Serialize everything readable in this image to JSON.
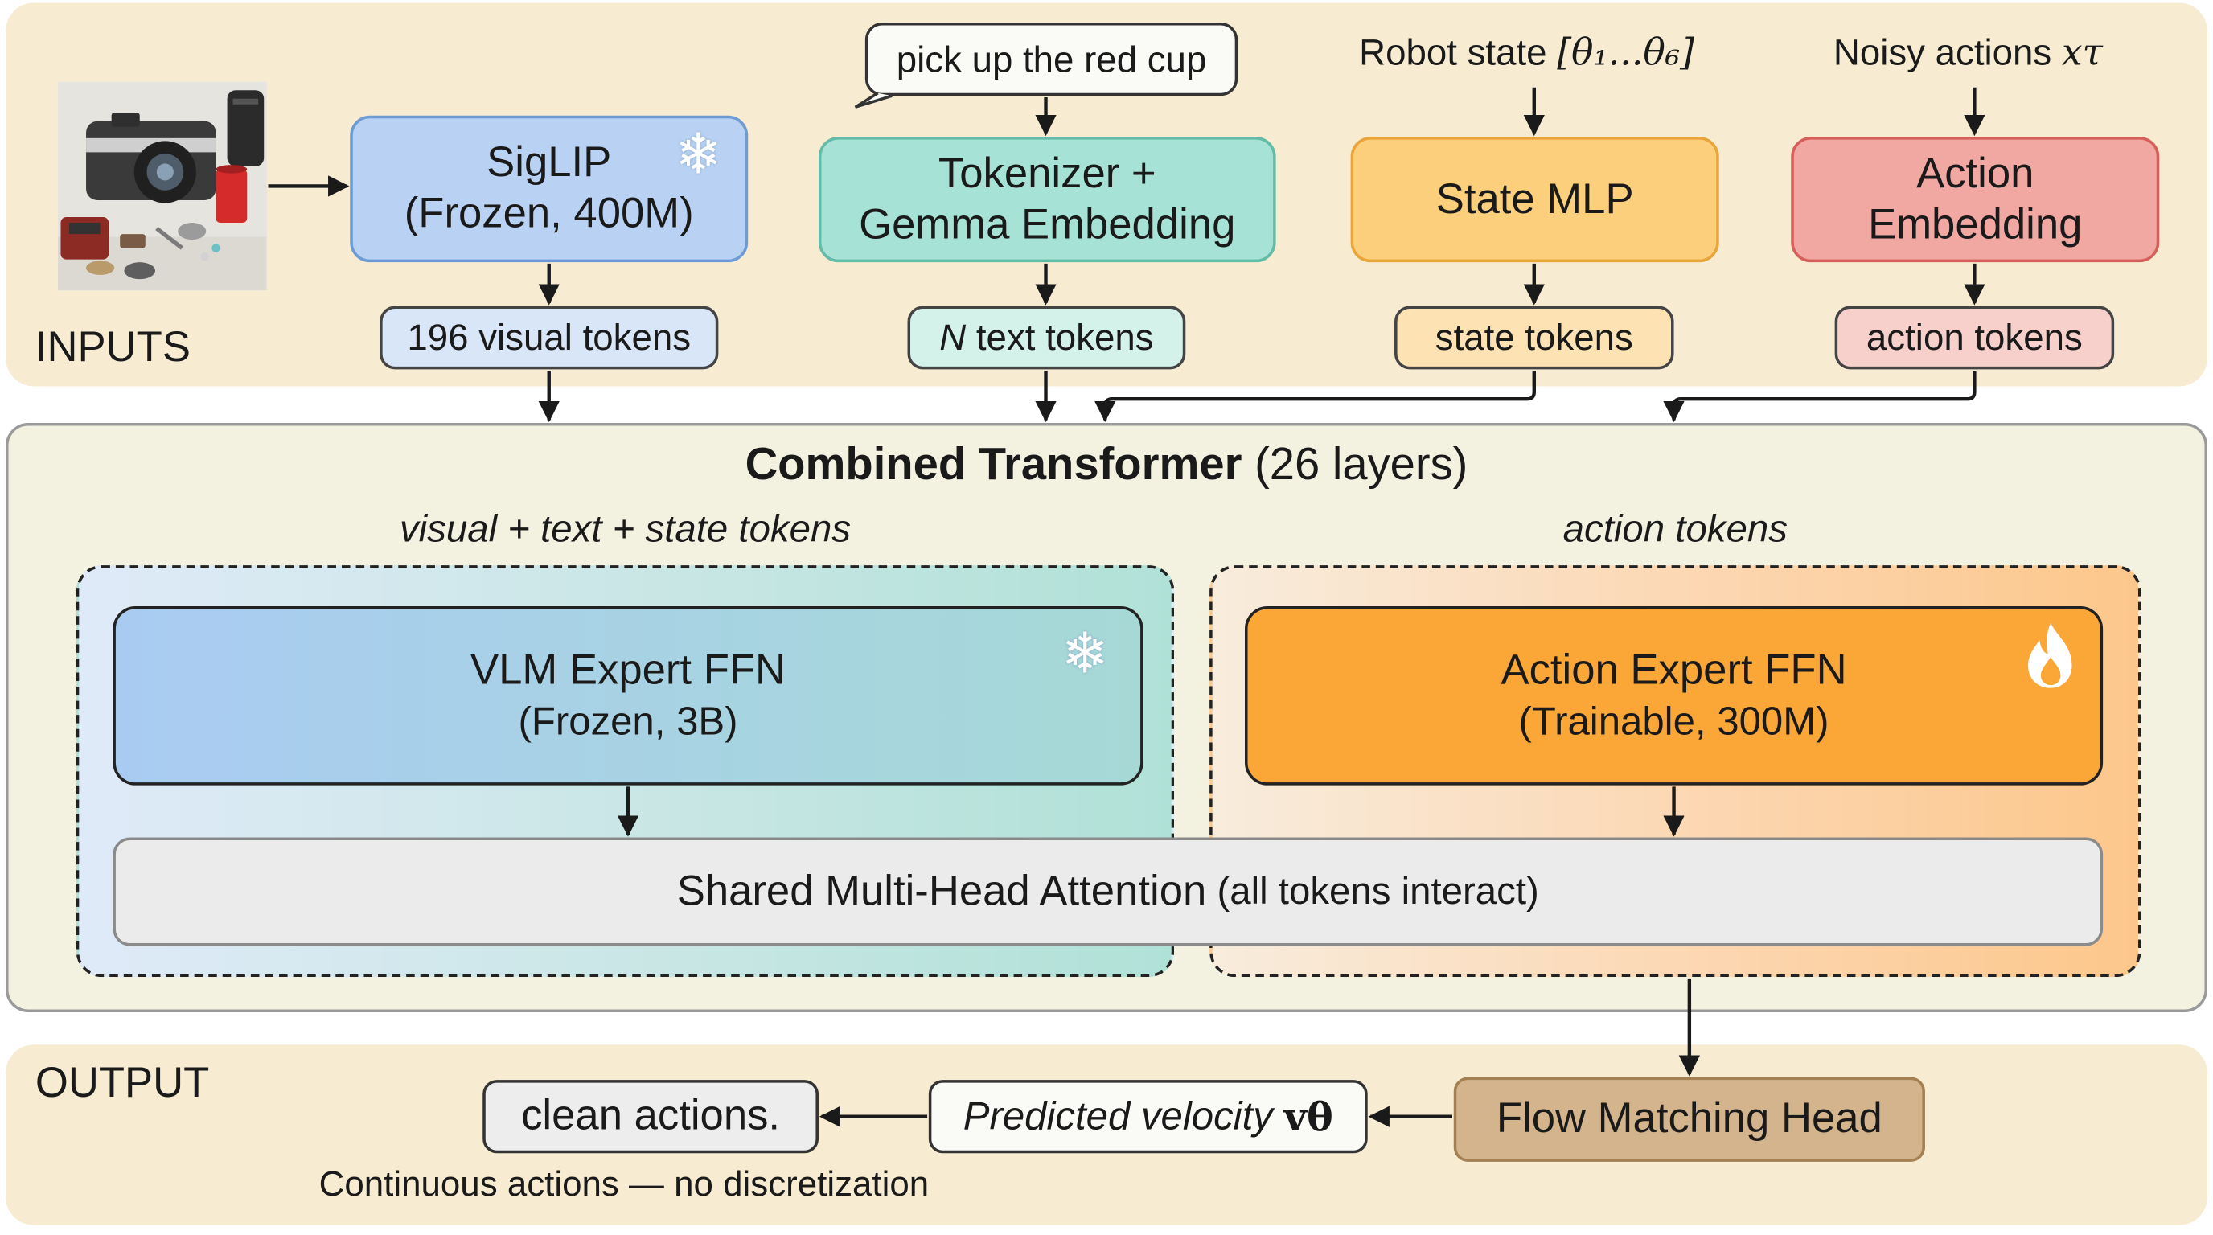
{
  "colors": {
    "inputs_panel": "#f7ecd2",
    "transformer_panel": "#f3f1e0",
    "siglip": "#b9d2f3",
    "tokenizer": "#a6e2d6",
    "state_mlp": "#fbcf7c",
    "action_embedding": "#f1a7a2",
    "vlm_expert": "#a9cbf2",
    "action_expert": "#fba737",
    "flow_head": "#d3b48c"
  },
  "inputs": {
    "section_label": "INPUTS",
    "image_icon": "camera-and-objects-photo",
    "siglip": {
      "line1": "SigLIP",
      "line2": "(Frozen, 400M)",
      "icon": "snowflake-icon"
    },
    "visual_tokens": "196 visual tokens",
    "instruction": "pick up the red cup",
    "tokenizer": {
      "line1": "Tokenizer +",
      "line2": "Gemma Embedding"
    },
    "text_tokens": {
      "n": "N",
      "rest": " text tokens"
    },
    "robot_state_label": {
      "text": "Robot state ",
      "math": "[θ₁...θ₆]"
    },
    "state_mlp": "State MLP",
    "state_tokens": "state tokens",
    "noisy_actions_label": {
      "text": "Noisy actions ",
      "math": "xτ"
    },
    "action_embedding": {
      "line1": "Action",
      "line2": "Embedding"
    },
    "action_tokens": "action tokens"
  },
  "transformer": {
    "title_bold": "Combined Transformer",
    "title_rest": " (26 layers)",
    "left_group_label": "visual + text + state tokens",
    "right_group_label": "action tokens",
    "vlm_expert": {
      "line1": "VLM Expert FFN",
      "line2": "(Frozen, 3B)",
      "icon": "snowflake-icon"
    },
    "action_expert": {
      "line1": "Action Expert FFN",
      "line2": "(Trainable, 300M)",
      "icon": "flame-icon"
    },
    "attention": {
      "main": "Shared Multi-Head Attention",
      "note": " (all tokens interact)"
    }
  },
  "output": {
    "section_label": "OUTPUT",
    "flow_head": "Flow Matching Head",
    "velocity": {
      "text": "Predicted velocity ",
      "math": "vθ"
    },
    "clean_actions": "clean actions.",
    "caption": "Continuous actions — no discretization"
  }
}
